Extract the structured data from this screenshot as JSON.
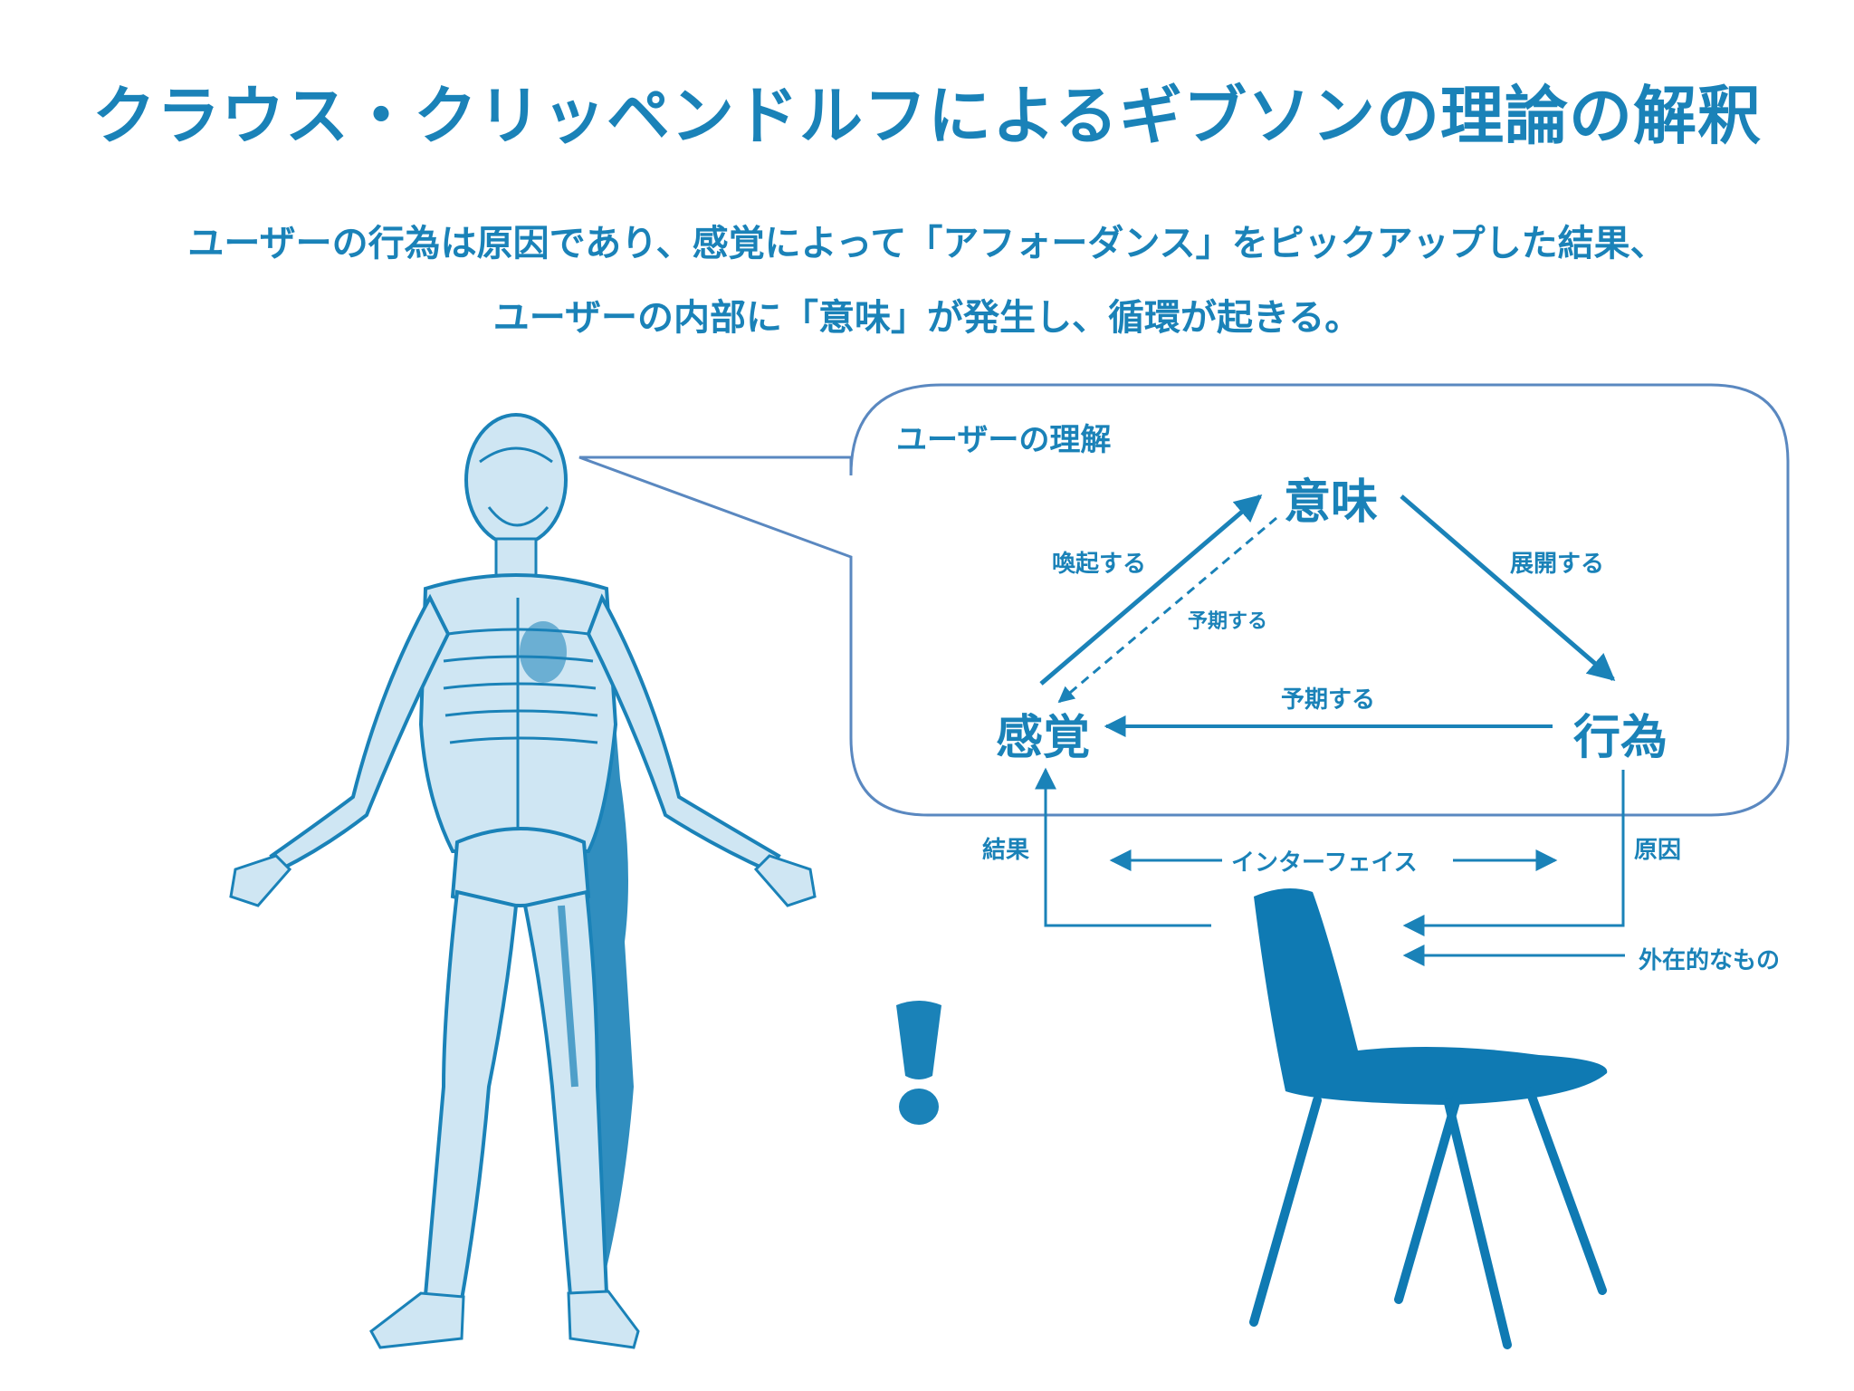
{
  "title": "クラウス・クリッペンドルフによるギブソンの理論の解釈",
  "subtitle": {
    "line1": "ユーザーの行為は原因であり、感覚によって「アフォーダンス」をピックアップした結果、",
    "line2": "ユーザーの内部に「意味」が発生し、循環が起きる。"
  },
  "diagram": {
    "bubble_title": "ユーザーの理解",
    "nodes": {
      "meaning": "意味",
      "sense": "感覚",
      "action": "行為"
    },
    "edges": {
      "evoke": "喚起する",
      "unfold": "展開する",
      "anticipate_dashed": "予期する",
      "anticipate_bottom": "予期する"
    },
    "external": {
      "result": "結果",
      "cause": "原因",
      "interface": "インターフェイス",
      "external_thing": "外在的なもの"
    },
    "exclamation": "!"
  },
  "colors": {
    "primary": "#1a82b8",
    "bubble_border": "#5a88c0",
    "figure_light": "#cfe6f3",
    "chair": "#0f7ab3"
  },
  "icons": {
    "figure": "anatomical-human-figure-icon",
    "chair": "chair-icon",
    "exclamation": "exclamation-icon"
  }
}
